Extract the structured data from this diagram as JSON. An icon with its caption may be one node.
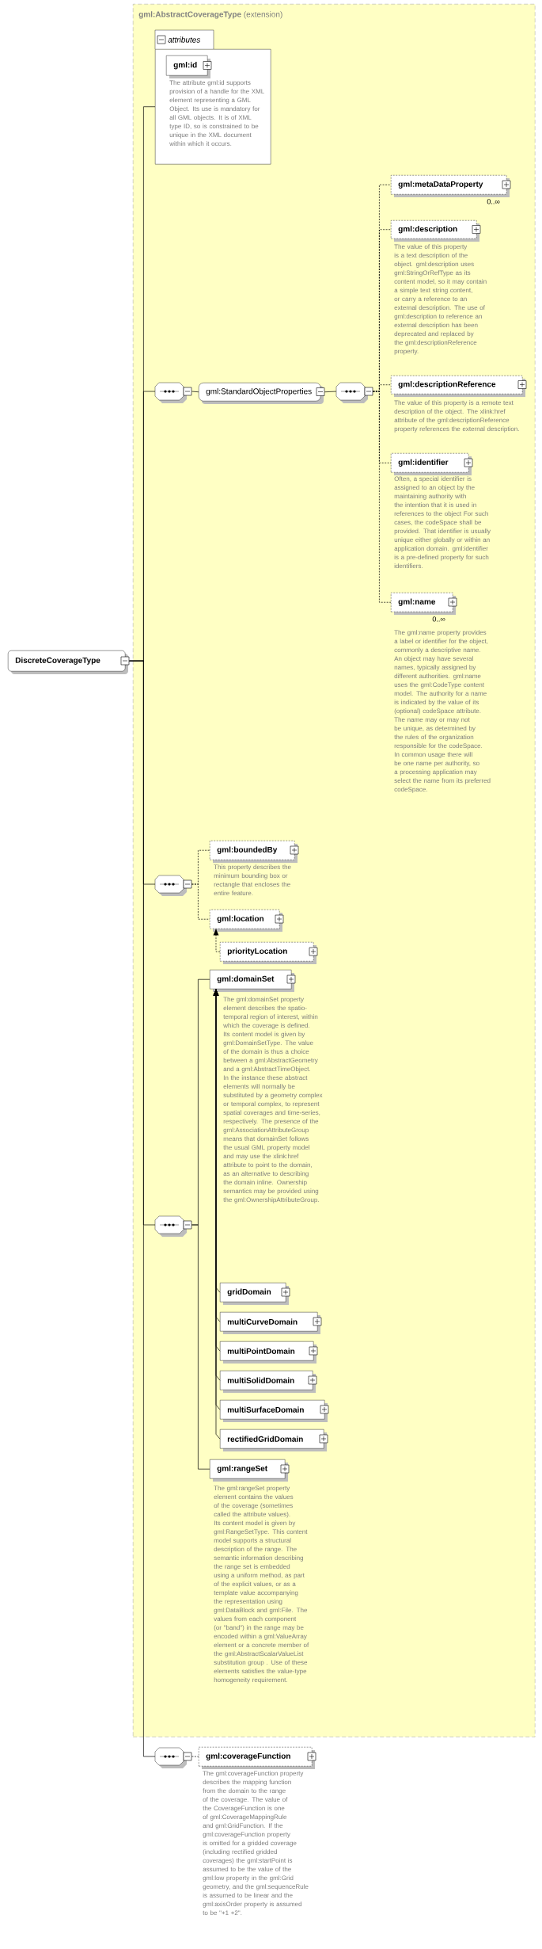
{
  "diagram": {
    "nodes": [
      {
        "text": [
          "DiscreteCoverageType"
        ]
      },
      {
        "text": [
          "**gml:AbstractCoverageType** (extension)"
        ]
      },
      {
        "text": [
          "attributes"
        ],
        "in": 1
      },
      {
        "text": [
          "gml:id"
        ],
        "in": 2,
        "beside": [
          "The attribute gml:id supports provision of a handle for the XML element representing a GML Object. Its use is mandatory for all GML objects. It is of XML type ID, so is constrained to be unique in the XML document within which it occurs."
        ]
      },
      {
        "text": [],
        "shape": "octagon",
        "in": 1
      },
      {
        "text": [
          "gml:StandardObjectProperties"
        ],
        "in": 1
      },
      {
        "text": [],
        "shape": "octagon",
        "in": 1
      },
      {
        "text": [
          "gml:metaDataProperty"
        ],
        "in": 1,
        "beside": [
          "0..∞"
        ]
      },
      {
        "text": [
          "gml:description"
        ],
        "in": 1,
        "beside": [
          "The value of this property is a text description of the object. gml:description uses gml:StringOrRefType as its content model, so it may contain a simple text string content, or carry a reference to an external description. The use of gml:description to reference an external description has been deprecated and replaced by the gml:descriptionReference property."
        ]
      },
      {
        "text": [
          "gml:descriptionReference"
        ],
        "in": 1,
        "beside": [
          "The value of this property is a remote text description of the object. The xlink:href attribute of the gml:descriptionReference property references the external description."
        ]
      },
      {
        "text": [
          "gml:identifier"
        ],
        "in": 1,
        "beside": [
          "Often, a special identifier is assigned to an object by the maintaining authority with the intention that it is used in references to the object For such cases, the codeSpace shall be provided. That identifier is usually unique either globally or within an application domain. gml:identifier is a pre-defined property for such identifiers."
        ]
      },
      {
        "text": [
          "gml:name"
        ],
        "in": 1,
        "beside": [
          "0..∞",
          "The gml:name property provides a label or identifier for the object, commonly a descriptive name. An object may have several names, typically assigned by different authorities. gml:name uses the gml:CodeType content model. The authority for a name is indicated by the value of its (optional) codeSpace attribute. The name may or may not be unique, as determined by the rules of the organization responsible for the codeSpace. In common usage there will be one name per authority, so a processing application may select the name from its preferred codeSpace."
        ]
      },
      {
        "text": [],
        "shape": "octagon",
        "in": 1
      },
      {
        "text": [
          "gml:boundedBy"
        ],
        "in": 1,
        "beside": [
          "This property describes the minimum bounding box or rectangle that encloses the entire feature."
        ]
      },
      {
        "text": [
          "gml:location"
        ],
        "in": 1
      },
      {
        "text": [
          "priorityLocation"
        ],
        "in": 1
      },
      {
        "text": [],
        "shape": "octagon",
        "in": 1
      },
      {
        "text": [
          "gml:domainSet"
        ],
        "in": 1,
        "beside": [
          "The gml:domainSet property element describes the spatio-temporal region of interest, within which the coverage is defined. Its content model is given by gml:DomainSetType. The value of the domain is thus a choice between a gml:AbstractGeometry and a gml:AbstractTimeObject. In the instance these abstract elements will normally be substituted by a geometry complex or temporal complex, to represent spatial coverages and time-series, respectively. The presence of the gml:AssociationAttributeGroup means that domainSet follows the usual GML property model and may use the xlink:href attribute to point to the domain, as an alternative to describing the domain inline. Ownership semantics may be provided using the gml:OwnershipAttributeGroup."
        ]
      },
      {
        "text": [
          "gridDomain"
        ],
        "in": 1
      },
      {
        "text": [
          "multiCurveDomain"
        ],
        "in": 1
      },
      {
        "text": [
          "multiPointDomain"
        ],
        "in": 1
      },
      {
        "text": [
          "multiSolidDomain"
        ],
        "in": 1
      },
      {
        "text": [
          "multiSurfaceDomain"
        ],
        "in": 1
      },
      {
        "text": [
          "rectifiedGridDomain"
        ],
        "in": 1
      },
      {
        "text": [
          "gml:rangeSet"
        ],
        "in": 1,
        "beside": [
          "The gml:rangeSet property element contains the values of the coverage (sometimes called the attribute values). Its content model is given by gml:RangeSetType. This content model supports a structural description of the range. The semantic information describing the range set is embedded using a uniform method, as part of the explicit values, or as a template value accompanying the representation using gml:DataBlock and gml:File. The values from each component (or \"band\") in the range may be encoded within a gml:ValueArray element or a concrete member of the gml:AbstractScalarValueList substitution group . Use of these elements satisfies the value-type homogeneity requirement."
        ]
      },
      {
        "text": [],
        "shape": "octagon"
      },
      {
        "text": [
          "gml:coverageFunction"
        ],
        "beside": [
          "The gml:coverageFunction property describes the mapping function from the domain to the range of the coverage. The value of the CoverageFunction is one of gml:CoverageMappingRule and gml:GridFunction. If the gml:coverageFunction property is omitted for a gridded coverage (including rectified gridded coverages) the gml:startPoint is assumed to be the value of the gml:low property in the gml:Grid geometry, and the gml:sequenceRule is assumed to be linear and the gml:axisOrder property is assumed to be \"+1 +2\"."
        ]
      }
    ],
    "edges": [
      {
        "from": 0,
        "to": 2,
        "arrow": "none"
      },
      {
        "from": 0,
        "to": 4,
        "arrow": "none"
      },
      {
        "from": 0,
        "to": 12,
        "arrow": "none"
      },
      {
        "from": 0,
        "to": 16,
        "arrow": "none"
      },
      {
        "from": 0,
        "to": 25,
        "arrow": "none"
      },
      {
        "from": 4,
        "to": 5,
        "arrow": "none"
      },
      {
        "from": 5,
        "to": 6,
        "arrow": "none"
      },
      {
        "from": 6,
        "to": 7,
        "arrow": "none",
        "style": "dashed"
      },
      {
        "from": 6,
        "to": 8,
        "arrow": "none",
        "style": "dashed"
      },
      {
        "from": 6,
        "to": 9,
        "arrow": "none",
        "style": "dashed"
      },
      {
        "from": 6,
        "to": 10,
        "arrow": "none",
        "style": "dashed"
      },
      {
        "from": 6,
        "to": 11,
        "arrow": "none",
        "style": "dashed"
      },
      {
        "from": 12,
        "to": 13,
        "arrow": "none",
        "style": "dashed"
      },
      {
        "from": 12,
        "to": 14,
        "arrow": "none",
        "style": "dashed"
      },
      {
        "from": 15,
        "to": 14,
        "arrow": "to",
        "style": "dashed"
      },
      {
        "from": 16,
        "to": 17,
        "arrow": "none"
      },
      {
        "from": 16,
        "to": 24,
        "arrow": "none"
      },
      {
        "from": 18,
        "to": 17,
        "arrow": "to"
      },
      {
        "from": 19,
        "to": 17,
        "arrow": "to"
      },
      {
        "from": 20,
        "to": 17,
        "arrow": "to"
      },
      {
        "from": 21,
        "to": 17,
        "arrow": "to"
      },
      {
        "from": 22,
        "to": 17,
        "arrow": "to"
      },
      {
        "from": 23,
        "to": 17,
        "arrow": "to"
      },
      {
        "from": 25,
        "to": 26,
        "arrow": "none",
        "style": "dashed"
      }
    ]
  }
}
